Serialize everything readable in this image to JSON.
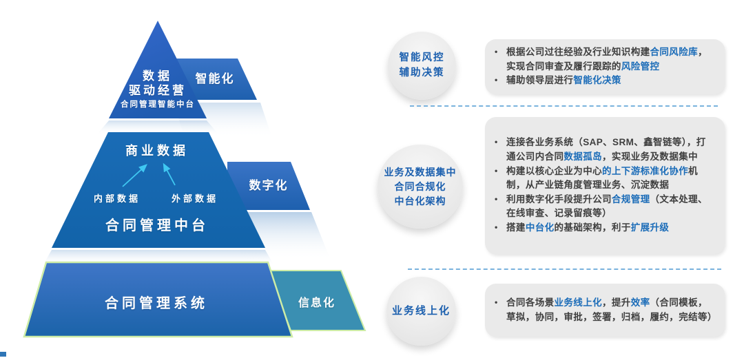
{
  "pyramid": {
    "tier_top": {
      "title_line1": "数据",
      "title_line2": "驱动经营",
      "subtitle": "合同管理智能中台",
      "tag": "智能化"
    },
    "tier_middle": {
      "title": "商业数据",
      "source_left": "内部数据",
      "source_right": "外部数据",
      "label": "合同管理中台",
      "tag": "数字化"
    },
    "tier_bottom": {
      "label": "合同管理系统",
      "tag": "信息化"
    }
  },
  "sections": [
    {
      "circle_lines": [
        "智能风控",
        "辅助决策"
      ],
      "bullets": [
        [
          {
            "t": "根据公司过往经验及行业知识构建"
          },
          {
            "t": "合同风险库",
            "h": true
          },
          {
            "t": "，实现合同审查及履行跟踪的"
          },
          {
            "t": "风险管控",
            "h": true
          }
        ],
        [
          {
            "t": "辅助领导层进行"
          },
          {
            "t": "智能化决策",
            "h": true
          }
        ]
      ]
    },
    {
      "circle_lines": [
        "业务及数据集中",
        "合同合规化",
        "中台化架构"
      ],
      "bullets": [
        [
          {
            "t": "连接各业务系统（SAP、SRM、鑫智链等），打通公司内合同"
          },
          {
            "t": "数据孤岛",
            "h": true
          },
          {
            "t": "，实现业务及数据集中"
          }
        ],
        [
          {
            "t": "构建以核心企业为中心"
          },
          {
            "t": "的上下游标准化协作",
            "h": true
          },
          {
            "t": "机制，从产业链角度管理业务、沉淀数据"
          }
        ],
        [
          {
            "t": "利用数字化手段提升公司"
          },
          {
            "t": "合规管理",
            "h": true
          },
          {
            "t": "（文本处理、在线审查、记录留痕等）"
          }
        ],
        [
          {
            "t": "搭建"
          },
          {
            "t": "中台化",
            "h": true
          },
          {
            "t": "的基础架构，利于"
          },
          {
            "t": "扩展升级",
            "h": true
          }
        ]
      ]
    },
    {
      "circle_lines": [
        "业务线上化"
      ],
      "bullets": [
        [
          {
            "t": "合同各场景"
          },
          {
            "t": "业务线上化",
            "h": true
          },
          {
            "t": "，提升"
          },
          {
            "t": "效率",
            "h": true
          },
          {
            "t": "（合同模板，草拟，协同，审批，签署，归档，履约，完结等）"
          }
        ]
      ]
    }
  ],
  "colors": {
    "tier_blue": "#1668b2",
    "tier_top_gradient_start": "#3568cc",
    "tier_top_gradient_end": "#1f5cb0",
    "bottom_border_green": "#cdeca6",
    "info_tag_teal": "#3a8fb2",
    "highlight_text": "#1b6cb8",
    "circle_text": "#1b5fae",
    "body_text": "#3f3f3f",
    "arrow_cyan": "#3fc8f2",
    "dashed_line": "#79b2dd"
  }
}
